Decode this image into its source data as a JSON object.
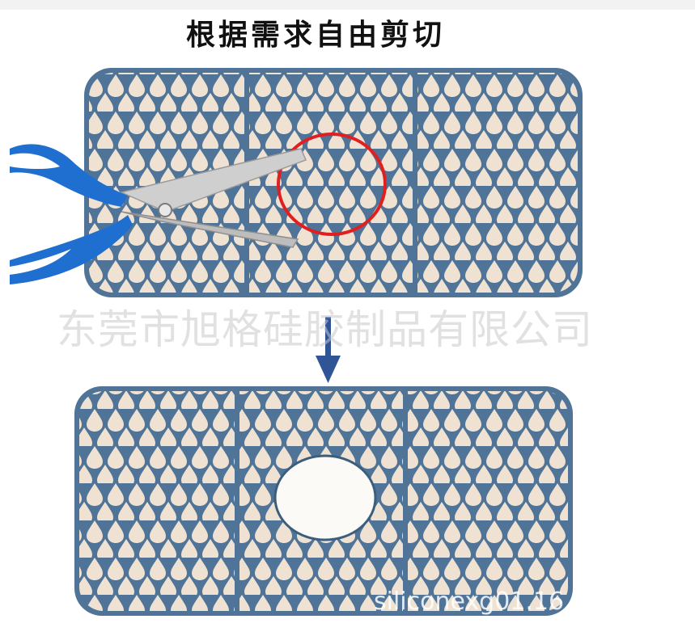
{
  "headline": "根据需求自由剪切",
  "watermark": "东莞市旭格硅胶制品有限公司",
  "watermark_url": "siliconexg01.16",
  "colors": {
    "mat": "#4f7497",
    "mat_shadow": "#3c5e7e",
    "hole": "#efe2d2",
    "arrow": "#2f5597",
    "circle": "#e02020",
    "scissor_handle": "#1f6fd1",
    "scissor_blade": "#c8c8c8",
    "cut_hole": "#fbfaf6"
  },
  "icons": {
    "scissors": "scissors-icon",
    "arrow": "arrow-down-icon",
    "cut_marker": "red-circle-icon"
  }
}
